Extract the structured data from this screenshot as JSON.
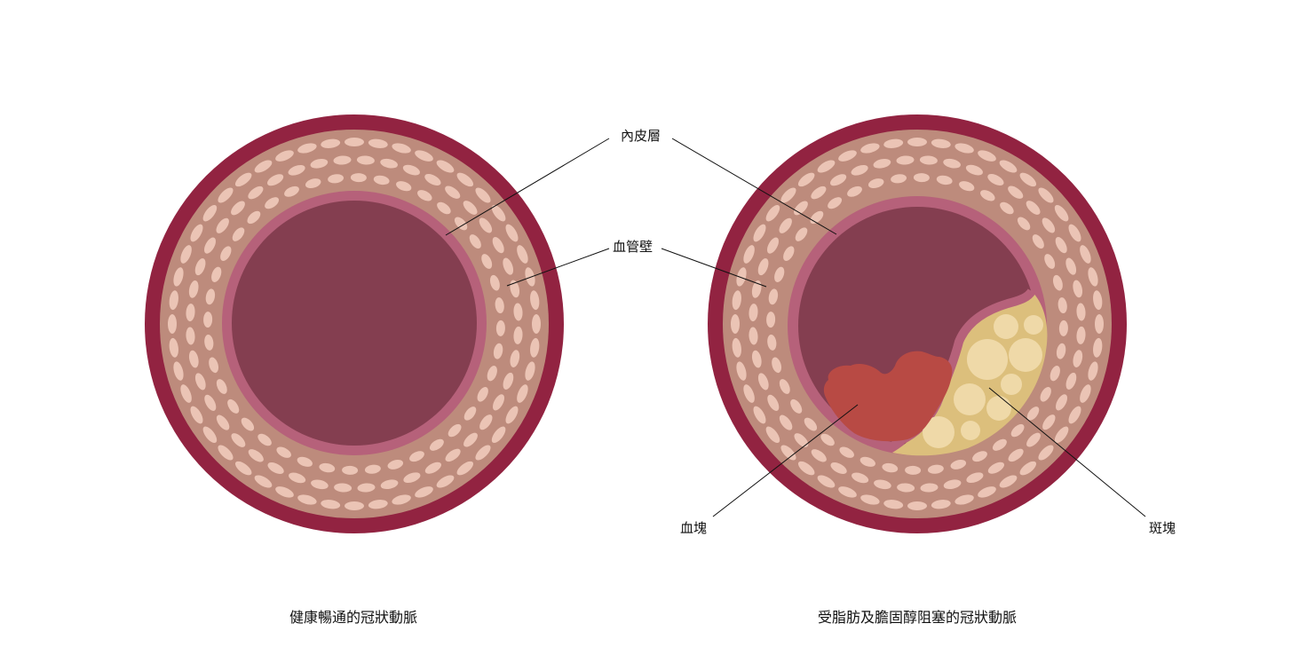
{
  "labels": {
    "endothelium": "內皮層",
    "vessel_wall": "血管壁",
    "blood_clot": "血塊",
    "plaque": "斑塊"
  },
  "captions": {
    "healthy": "健康暢通的冠狀動脈",
    "blocked": "受脂肪及膽固醇阻塞的冠狀動脈"
  },
  "colors": {
    "outer_ring": "#922341",
    "wall": "#bd8b7c",
    "wall_cells": "#ebc4b5",
    "endothelium": "#b6617a",
    "lumen": "#843e50",
    "plaque": "#dcbf7c",
    "plaque_bubbles": "#efd9a8",
    "clot": "#b84a44",
    "leader_line": "#111111"
  }
}
